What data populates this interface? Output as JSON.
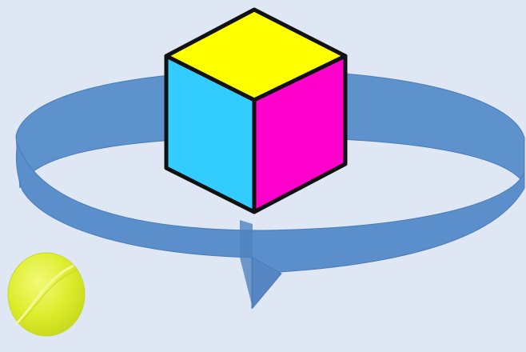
{
  "scene": {
    "background": "#dfe7f5",
    "objects": [
      {
        "name": "ring-band",
        "icon": "ring-icon",
        "color": "#5b8fcb"
      },
      {
        "name": "cube",
        "icon": "cube-icon",
        "top_color": "#ffff00",
        "left_color": "#33ccff",
        "right_color": "#ff00cc"
      },
      {
        "name": "tennis-ball",
        "icon": "tennis-ball-icon",
        "color": "#e2f13a"
      }
    ]
  }
}
